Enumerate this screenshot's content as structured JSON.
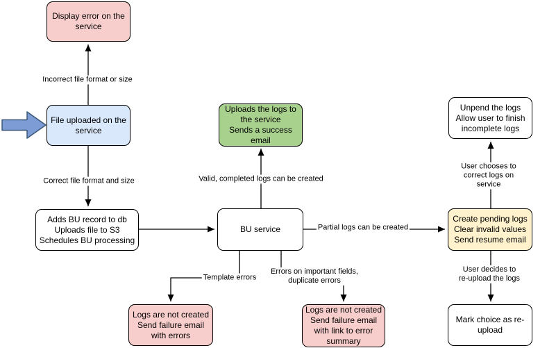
{
  "diagram": {
    "background": "#FFFFFF",
    "nodes": [
      {
        "id": "display-error",
        "label": "Display error on the\nservice",
        "fill": "#F8CECC"
      },
      {
        "id": "file-uploaded",
        "label": "File uploaded on the\nservice",
        "fill": "#DAE8FC"
      },
      {
        "id": "adds-bu-record",
        "label": "Adds BU record to db\nUploads file to S3\nSchedules BU processing",
        "fill": "#FFFFFF"
      },
      {
        "id": "bu-service",
        "label": "BU service",
        "fill": "#FFFFFF"
      },
      {
        "id": "uploads-logs-success",
        "label": "Uploads the logs to\nthe service\nSends a success\nemail",
        "fill": "#A9D18E"
      },
      {
        "id": "create-pending-logs",
        "label": "Create pending logs\nClear invalid values\nSend resume email",
        "fill": "#FFF2CC"
      },
      {
        "id": "unpend-logs",
        "label": "Unpend the logs\nAllow user to finish\nincomplete logs",
        "fill": "#FFFFFF"
      },
      {
        "id": "mark-reupload",
        "label": "Mark choice as re-\nupload",
        "fill": "#FFFFFF"
      },
      {
        "id": "logs-not-created-template",
        "label": "Logs are not created\nSend failure email\nwith errors",
        "fill": "#F8CECC"
      },
      {
        "id": "logs-not-created-fields",
        "label": "Logs are not created\nSend failure email\nwith link to error\nsummary",
        "fill": "#F8CECC"
      }
    ],
    "edge_labels": [
      {
        "id": "incorrect-format",
        "text": "Incorrect file format or size"
      },
      {
        "id": "correct-format",
        "text": "Correct file format and size"
      },
      {
        "id": "valid-logs",
        "text": "Valid, completed logs can be created"
      },
      {
        "id": "partial-logs",
        "text": "Partial logs can be created"
      },
      {
        "id": "user-corrects",
        "text": "User chooses to correct logs on service"
      },
      {
        "id": "user-reuploads",
        "text": "User decides to re-upload the logs"
      },
      {
        "id": "template-errors",
        "text": "Template errors"
      },
      {
        "id": "field-errors",
        "text": "Errors on important fields,\nduplicate errors"
      }
    ],
    "entry_arrow": {
      "fill": "#7D9CD6",
      "stroke": "#3A5878"
    },
    "line_color": "#000000"
  }
}
